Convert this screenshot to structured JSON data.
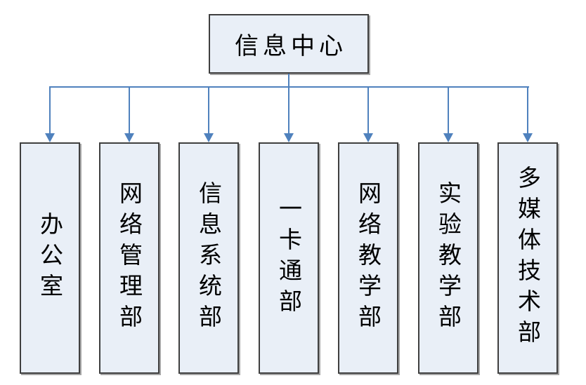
{
  "diagram": {
    "type": "org-chart",
    "root": {
      "label": "信息中心"
    },
    "children": [
      {
        "label": "办公室"
      },
      {
        "label": "网络管理部"
      },
      {
        "label": "信息系统部"
      },
      {
        "label": "一卡通部"
      },
      {
        "label": "网络教学部"
      },
      {
        "label": "实验教学部"
      },
      {
        "label": "多媒体技术部"
      }
    ],
    "colors": {
      "box_fill": "#e9eff7",
      "box_border": "#3f3f3f",
      "box_shadow": "#a6a6a6",
      "connector": "#4f81bd",
      "text": "#000000",
      "background": "#ffffff"
    }
  }
}
